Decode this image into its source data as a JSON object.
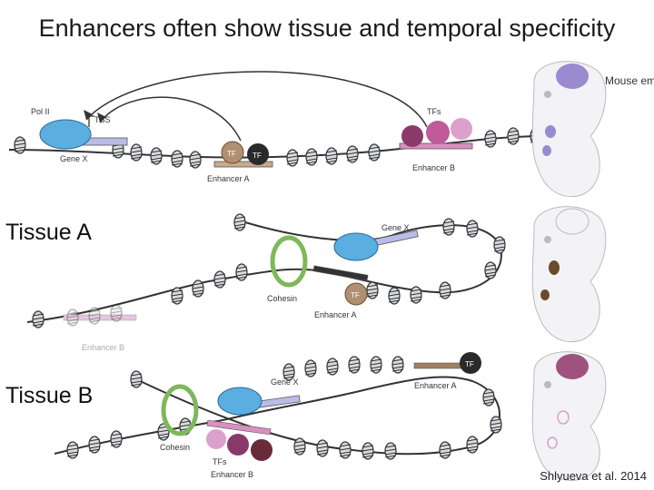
{
  "title": "Enhancers often show tissue and temporal specificity",
  "row_labels": {
    "tissue_a": "Tissue A",
    "tissue_b": "Tissue B"
  },
  "citation": "Shlyueva et al. 2014",
  "panel_top": {
    "pol2": "Pol II",
    "tss": "TSS",
    "gene": "Gene X",
    "tf": "TF",
    "enhancer_a": "Enhancer A",
    "tfs": "TFs",
    "enhancer_b": "Enhancer B",
    "mouse_embryo": "Mouse embryo"
  },
  "panel_a": {
    "gene": "Gene X",
    "cohesin": "Cohesin",
    "tf": "TF",
    "enhancer_a": "Enhancer A",
    "enhancer_b": "Enhancer B"
  },
  "panel_b": {
    "gene": "Gene X",
    "tf": "TF",
    "enhancer_a": "Enhancer A",
    "cohesin": "Cohesin",
    "tfs": "TFs",
    "enhancer_b": "Enhancer B"
  },
  "colors": {
    "pol2": "#5aaee0",
    "gene_bar": "#b9bde6",
    "tf_a_tan": "#b09070",
    "tf_dark": "#2a2a2a",
    "tfs_purple": [
      "#8a3a6a",
      "#c05a9a",
      "#dca0cc"
    ],
    "cohesin": "#7db85a",
    "embryo_region_a": "#9a8ad0",
    "embryo_region_tissue_a": "#6b4a2a",
    "embryo_region_tissue_b": "#a0527e"
  }
}
